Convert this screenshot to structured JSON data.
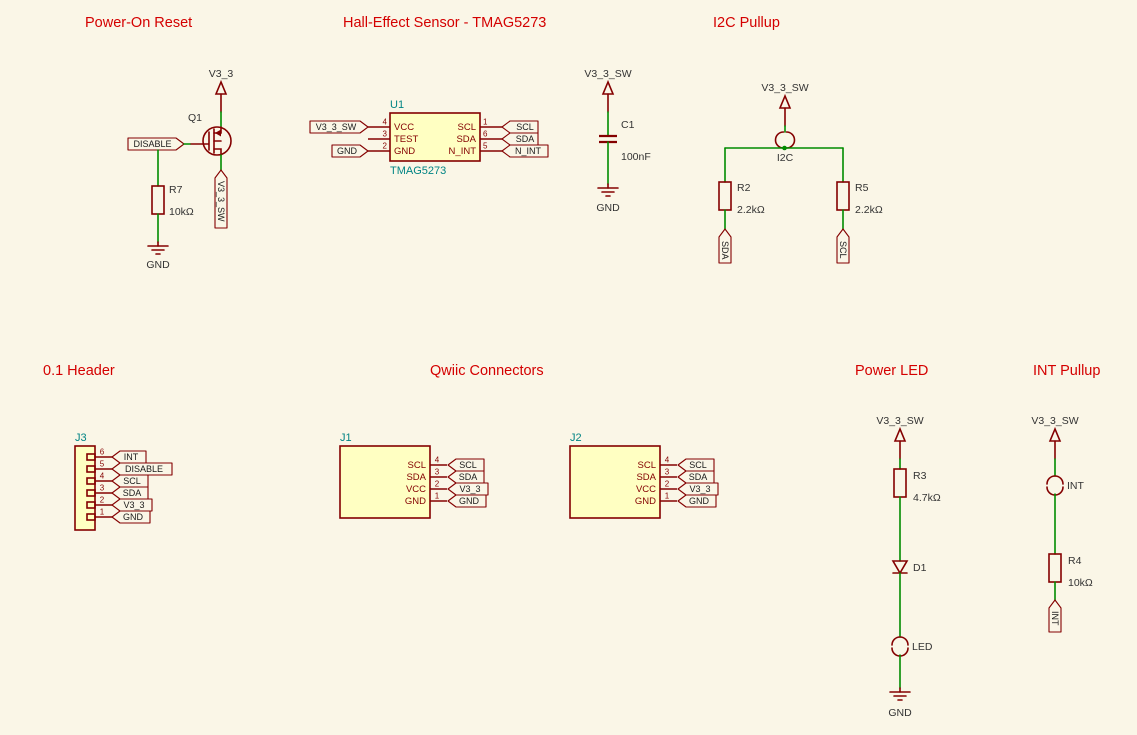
{
  "colors": {
    "background": "#FAF6E7",
    "title_red": "#D40000",
    "wire_green": "#008C00",
    "symbol_maroon": "#840000",
    "body_fill_yellow": "#FFFFC2",
    "reference_teal": "#008484"
  },
  "titles": {
    "power_on_reset": "Power-On Reset",
    "hall_sensor": "Hall-Effect Sensor - TMAG5273",
    "i2c_pullup": "I2C Pullup",
    "header_01": "0.1 Header",
    "qwiic": "Qwiic Connectors",
    "power_led": "Power LED",
    "int_pullup": "INT Pullup"
  },
  "por": {
    "v33": "V3_3",
    "q1": "Q1",
    "disable": "DISABLE",
    "r7": "R7",
    "r7_value": "10kΩ",
    "v33sw": "V3_3_SW",
    "gnd": "GND"
  },
  "sensor": {
    "ref": "U1",
    "value": "TMAG5273",
    "left": [
      {
        "num": "4",
        "name": "VCC",
        "label": "V3_3_SW"
      },
      {
        "num": "3",
        "name": "TEST"
      },
      {
        "num": "2",
        "name": "GND",
        "label": "GND"
      }
    ],
    "right": [
      {
        "num": "1",
        "name": "SCL",
        "label": "SCL"
      },
      {
        "num": "6",
        "name": "SDA",
        "label": "SDA"
      },
      {
        "num": "5",
        "name": "N_INT",
        "label": "N_INT"
      }
    ]
  },
  "decoupling": {
    "v33sw": "V3_3_SW",
    "ref": "C1",
    "value": "100nF",
    "gnd": "GND"
  },
  "i2c": {
    "v33sw": "V3_3_SW",
    "jumper": "I2C",
    "r2": "R2",
    "r2_value": "2.2kΩ",
    "r5": "R5",
    "r5_value": "2.2kΩ",
    "sda": "SDA",
    "scl": "SCL"
  },
  "header": {
    "ref": "J3",
    "pins": [
      {
        "num": "6",
        "label": "INT"
      },
      {
        "num": "5",
        "label": "DISABLE"
      },
      {
        "num": "4",
        "label": "SCL"
      },
      {
        "num": "3",
        "label": "SDA"
      },
      {
        "num": "2",
        "label": "V3_3"
      },
      {
        "num": "1",
        "label": "GND"
      }
    ]
  },
  "qwiic": {
    "j1": {
      "ref": "J1",
      "pins": [
        {
          "num": "4",
          "name": "SCL",
          "label": "SCL"
        },
        {
          "num": "3",
          "name": "SDA",
          "label": "SDA"
        },
        {
          "num": "2",
          "name": "VCC",
          "label": "V3_3"
        },
        {
          "num": "1",
          "name": "GND",
          "label": "GND"
        }
      ]
    },
    "j2": {
      "ref": "J2",
      "pins": [
        {
          "num": "4",
          "name": "SCL",
          "label": "SCL"
        },
        {
          "num": "3",
          "name": "SDA",
          "label": "SDA"
        },
        {
          "num": "2",
          "name": "VCC",
          "label": "V3_3"
        },
        {
          "num": "1",
          "name": "GND",
          "label": "GND"
        }
      ]
    }
  },
  "pled": {
    "v33sw": "V3_3_SW",
    "r3": "R3",
    "r3_value": "4.7kΩ",
    "d1": "D1",
    "jumper": "LED",
    "gnd": "GND"
  },
  "intp": {
    "v33sw": "V3_3_SW",
    "jumper": "INT",
    "r4": "R4",
    "r4_value": "10kΩ",
    "net": "INT"
  }
}
